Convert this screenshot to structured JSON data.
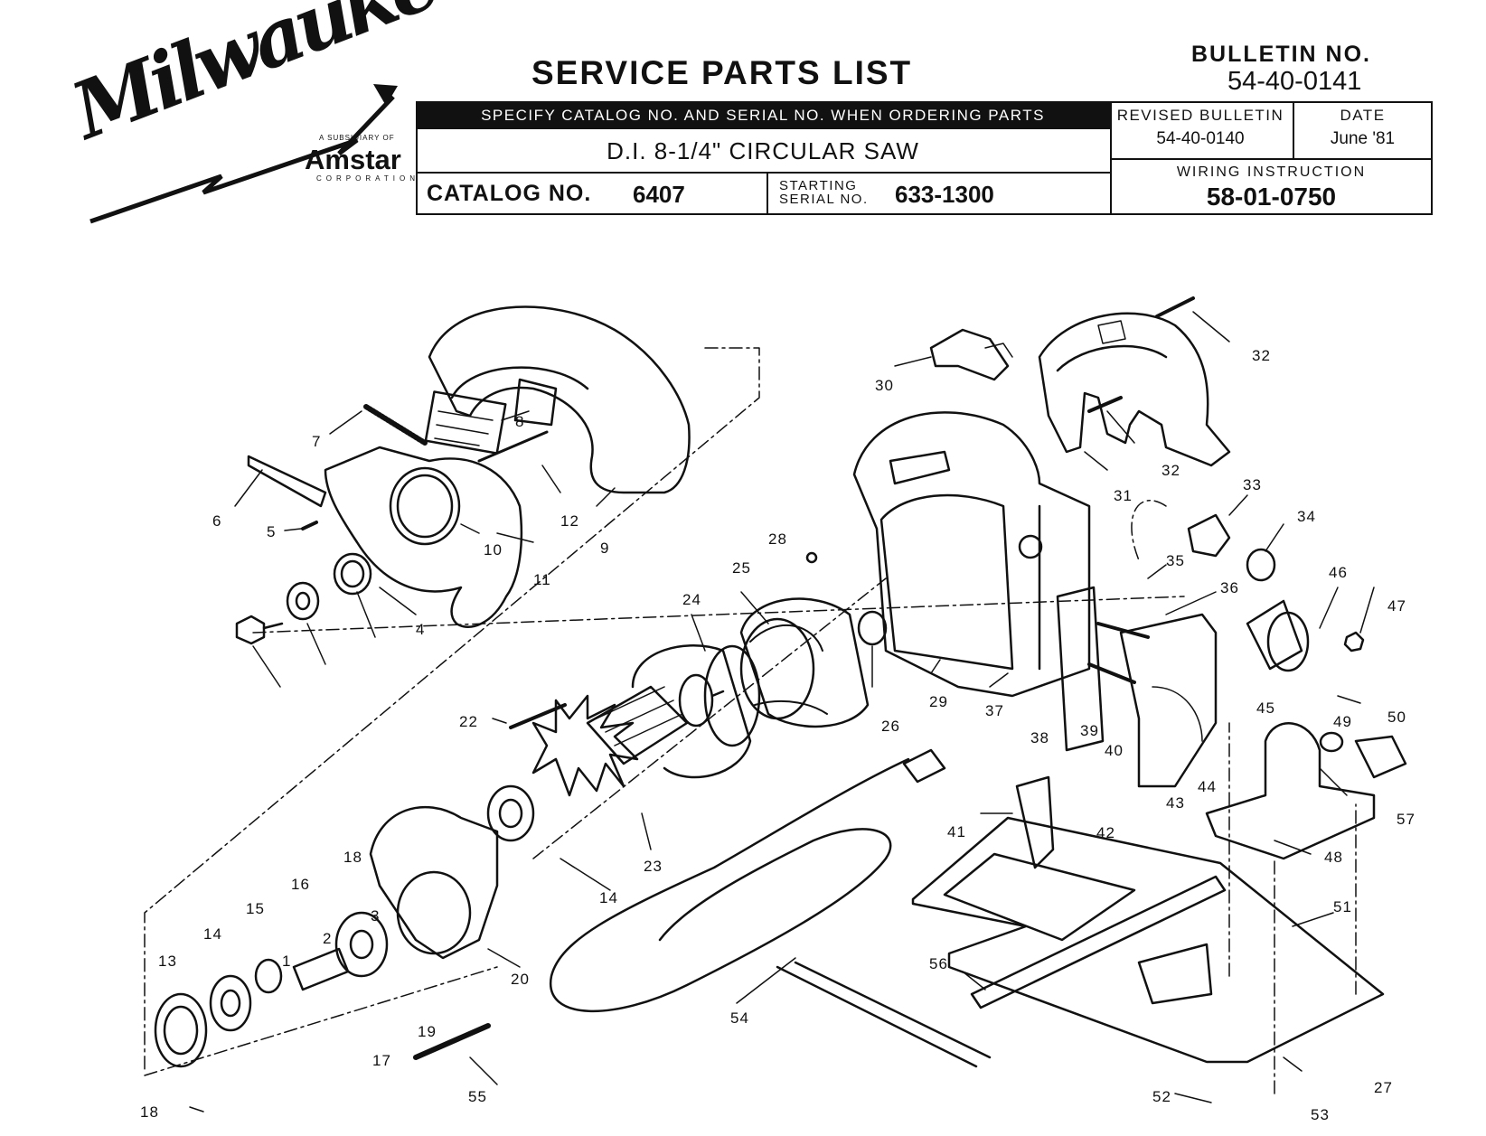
{
  "brand": {
    "wordmark": "Milwaukee",
    "subsidiary": "A SUBSIDIARY OF",
    "parent": "Amstar",
    "corporation": "CORPORATION"
  },
  "header": {
    "title": "SERVICE PARTS LIST",
    "bulletin_label": "BULLETIN NO.",
    "bulletin_no": "54-40-0141",
    "specify_note": "SPECIFY CATALOG NO. AND SERIAL NO. WHEN ORDERING PARTS",
    "product_name": "D.I. 8-1/4\" CIRCULAR SAW",
    "catalog_label": "CATALOG NO.",
    "catalog_no": "6407",
    "starting_label_1": "STARTING",
    "starting_label_2": "SERIAL NO.",
    "serial_no": "633-1300",
    "revised_label": "REVISED BULLETIN",
    "revised_no": "54-40-0140",
    "date_label": "DATE",
    "date": "June '81",
    "wiring_label": "WIRING INSTRUCTION",
    "wiring_no": "58-01-0750"
  },
  "callouts": [
    "1",
    "2",
    "3",
    "4",
    "5",
    "6",
    "7",
    "8",
    "9",
    "10",
    "11",
    "12",
    "13",
    "14",
    "14",
    "15",
    "16",
    "17",
    "18",
    "18",
    "19",
    "20",
    "22",
    "23",
    "24",
    "25",
    "26",
    "27",
    "28",
    "29",
    "30",
    "31",
    "32",
    "32",
    "33",
    "34",
    "35",
    "36",
    "37",
    "38",
    "39",
    "40",
    "41",
    "42",
    "43",
    "44",
    "45",
    "46",
    "47",
    "48",
    "49",
    "50",
    "51",
    "52",
    "53",
    "54",
    "55",
    "56",
    "57"
  ],
  "colors": {
    "ink": "#111111",
    "paper": "#ffffff"
  }
}
